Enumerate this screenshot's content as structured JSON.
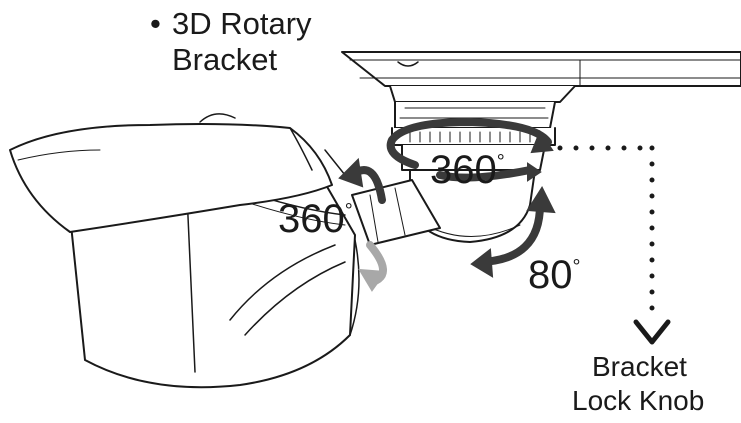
{
  "feature": {
    "bullet": "•",
    "title_line1": "3D Rotary",
    "title_line2": "Bracket"
  },
  "rotations": [
    {
      "value": "360",
      "unit": "°"
    },
    {
      "value": "360",
      "unit": "°"
    },
    {
      "value": "80",
      "unit": "°"
    }
  ],
  "callout": {
    "line1": "Bracket",
    "line2": "Lock Knob"
  },
  "colors": {
    "line": "#1a1a1a",
    "arrow_dark": "#3a3a3a",
    "arrow_light": "#a8a8a8",
    "background": "#ffffff"
  },
  "icons": {
    "rotation_arrow": "curved-arrow-icon",
    "pointer": "chevron-down-icon"
  }
}
